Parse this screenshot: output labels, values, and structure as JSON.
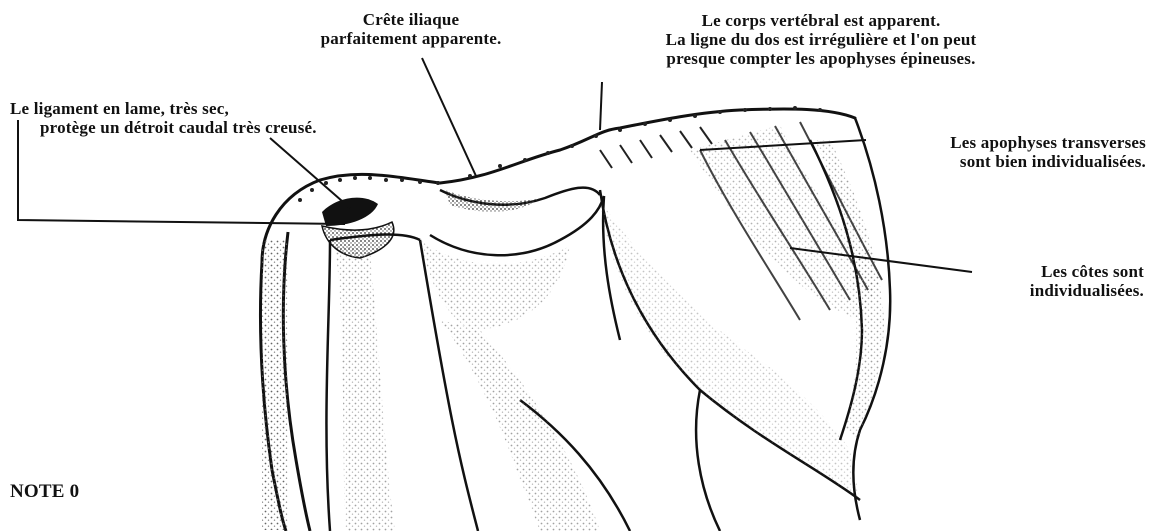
{
  "labels": {
    "ligament": {
      "line1": "Le ligament en lame, très sec,",
      "line2": "protège un détroit caudal très creusé."
    },
    "crete": {
      "line1": "Crête iliaque",
      "line2": "parfaitement apparente."
    },
    "corps": {
      "line1": "Le corps vertébral est apparent.",
      "line2": "La ligne du dos est irrégulière et l'on peut",
      "line3": "presque compter les apophyses épineuses."
    },
    "apophyses": {
      "line1": "Les apophyses transverses",
      "line2": "sont bien individualisées."
    },
    "cotes": {
      "line1": "Les côtes sont",
      "line2": "individualisées."
    }
  },
  "note": "NOTE 0",
  "colors": {
    "ink": "#111111",
    "background": "#ffffff",
    "shading": "#9a9a9a"
  }
}
